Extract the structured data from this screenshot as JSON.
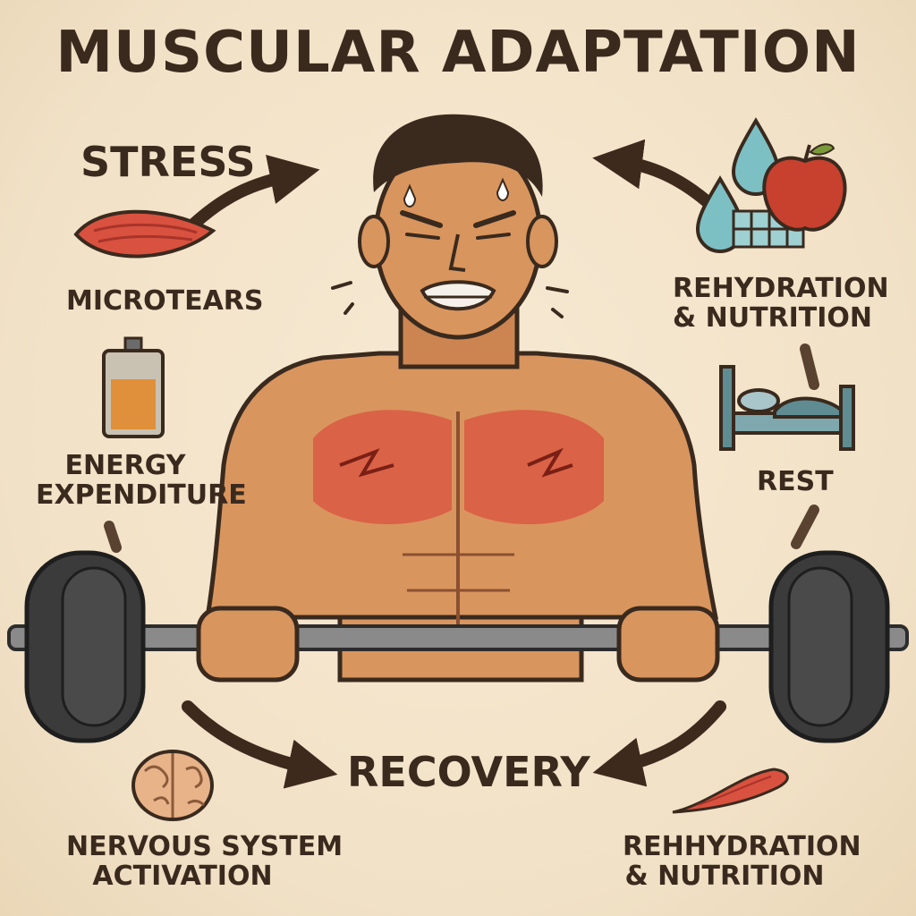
{
  "title": "MUSCULAR ADAPTATION",
  "labels": {
    "stress": "STRESS",
    "microtears": "MICROTEARS",
    "energy": [
      "ENERGY",
      "EXPENDITURE"
    ],
    "recovery": "RECOVERY",
    "nervous": [
      "NERVOUS SYSTEM",
      "ACTIVATION"
    ],
    "rehydration_top": [
      "REHYDRATION",
      "& NUTRITION"
    ],
    "rest": "REST",
    "rehydration_bottom": [
      "REHHYDRATION",
      "& NUTRITION"
    ]
  },
  "colors": {
    "ink": "#3a2a1e",
    "arrow": "#3d2a1c",
    "skin": "#d9955e",
    "skin_shadow": "#b87440",
    "muscle_red": "#d9513f",
    "water": "#7cc0c4",
    "apple": "#c8402e",
    "battery": "#e0903a",
    "bed": "#5e8c92",
    "iron": "#3b3b3b"
  },
  "icons": [
    "muscle-icon",
    "battery-icon",
    "brain-icon",
    "water-drop-icon",
    "apple-icon",
    "ice-cubes-icon",
    "bed-icon",
    "muscle-fiber-icon",
    "barbell-icon"
  ]
}
